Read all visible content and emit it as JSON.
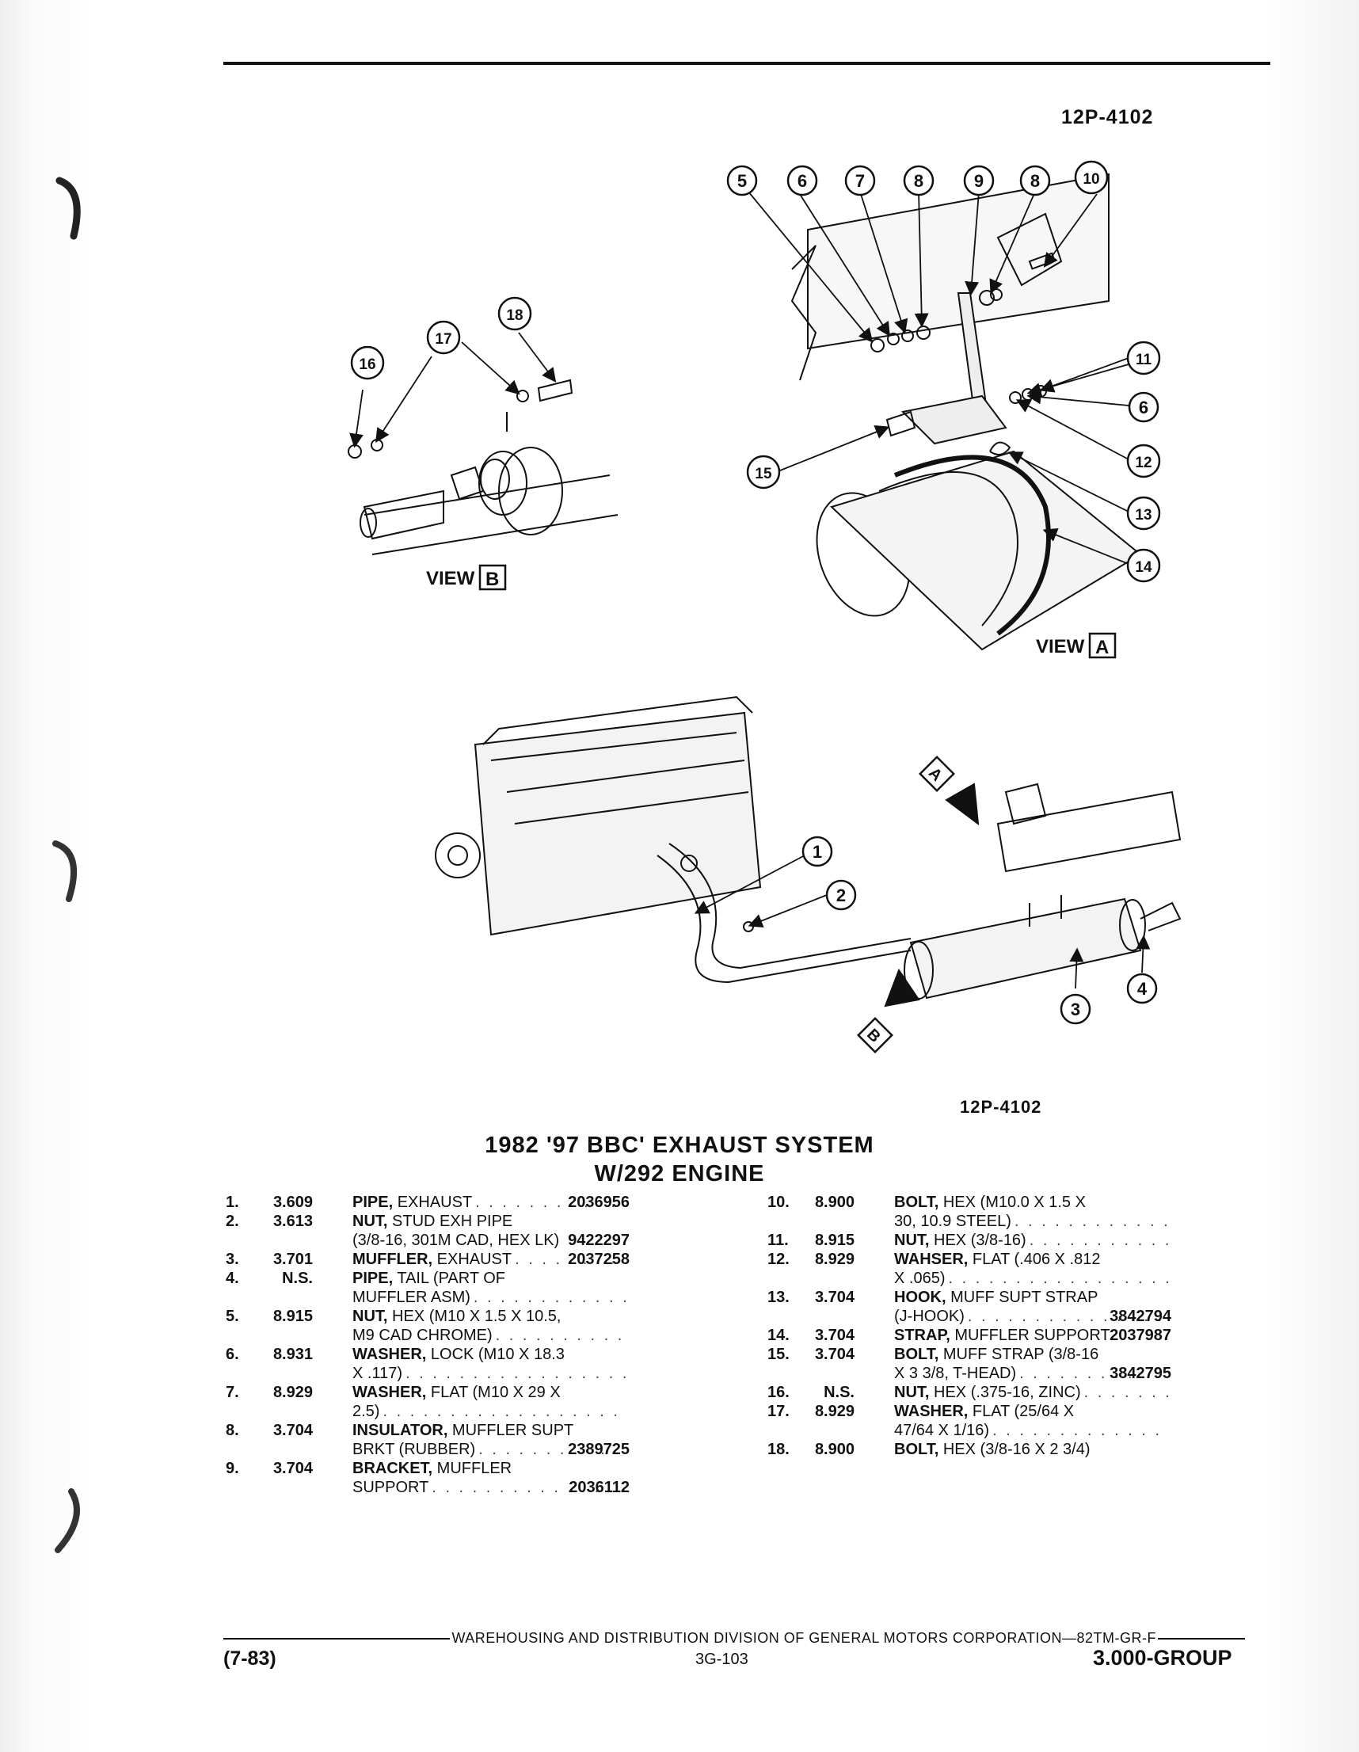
{
  "header": {
    "ref_top": "12P-4102"
  },
  "figure": {
    "ref_bottom": "12P-4102",
    "view_a_label": "VIEW",
    "view_a_letter": "A",
    "view_b_label": "VIEW",
    "view_b_letter": "B",
    "arrow_a_letter": "A",
    "arrow_b_letter": "B",
    "callouts": [
      "1",
      "2",
      "3",
      "4",
      "5",
      "6",
      "7",
      "8",
      "9",
      "8",
      "10",
      "11",
      "6",
      "12",
      "13",
      "14",
      "15",
      "16",
      "17",
      "18"
    ]
  },
  "title": {
    "line1": "1982 '97 BBC' EXHAUST SYSTEM",
    "line2": "W/292 ENGINE"
  },
  "parts_left": [
    {
      "num": "1.",
      "group": "3.609",
      "lines": [
        {
          "bold": "PIPE,",
          "text": " EXHAUST",
          "dots": true,
          "pn": "2036956"
        }
      ]
    },
    {
      "num": "2.",
      "group": "3.613",
      "lines": [
        {
          "bold": "NUT,",
          "text": " STUD EXH PIPE",
          "dots": false,
          "pn": ""
        },
        {
          "bold": "",
          "text": "(3/8-16, 301M CAD, HEX LK)",
          "dots": false,
          "pn": "9422297"
        }
      ]
    },
    {
      "num": "3.",
      "group": "3.701",
      "lines": [
        {
          "bold": "MUFFLER,",
          "text": " EXHAUST",
          "dots": true,
          "pn": "2037258"
        }
      ]
    },
    {
      "num": "4.",
      "group": "N.S.",
      "lines": [
        {
          "bold": "PIPE,",
          "text": " TAIL (PART OF",
          "dots": false,
          "pn": ""
        },
        {
          "bold": "",
          "text": "MUFFLER ASM)",
          "dots": true,
          "pn": ""
        }
      ]
    },
    {
      "num": "5.",
      "group": "8.915",
      "lines": [
        {
          "bold": "NUT,",
          "text": " HEX (M10 X 1.5 X 10.5,",
          "dots": false,
          "pn": ""
        },
        {
          "bold": "",
          "text": "M9 CAD CHROME)",
          "dots": true,
          "pn": ""
        }
      ]
    },
    {
      "num": "6.",
      "group": "8.931",
      "lines": [
        {
          "bold": "WASHER,",
          "text": " LOCK (M10 X 18.3",
          "dots": false,
          "pn": ""
        },
        {
          "bold": "",
          "text": "X .117)",
          "dots": true,
          "pn": ""
        }
      ]
    },
    {
      "num": "7.",
      "group": "8.929",
      "lines": [
        {
          "bold": "WASHER,",
          "text": " FLAT (M10 X 29 X",
          "dots": false,
          "pn": ""
        },
        {
          "bold": "",
          "text": "2.5)",
          "dots": true,
          "pn": ""
        }
      ]
    },
    {
      "num": "8.",
      "group": "3.704",
      "lines": [
        {
          "bold": "INSULATOR,",
          "text": " MUFFLER SUPT",
          "dots": false,
          "pn": ""
        },
        {
          "bold": "",
          "text": "BRKT (RUBBER)",
          "dots": true,
          "pn": "2389725"
        }
      ]
    },
    {
      "num": "9.",
      "group": "3.704",
      "lines": [
        {
          "bold": "BRACKET,",
          "text": " MUFFLER",
          "dots": false,
          "pn": ""
        },
        {
          "bold": "",
          "text": "SUPPORT",
          "dots": true,
          "pn": "2036112"
        }
      ]
    }
  ],
  "parts_right": [
    {
      "num": "10.",
      "group": "8.900",
      "lines": [
        {
          "bold": "BOLT,",
          "text": " HEX (M10.0 X 1.5 X",
          "dots": false,
          "pn": ""
        },
        {
          "bold": "",
          "text": "30, 10.9 STEEL)",
          "dots": true,
          "pn": ""
        }
      ]
    },
    {
      "num": "11.",
      "group": "8.915",
      "lines": [
        {
          "bold": "NUT,",
          "text": " HEX (3/8-16)",
          "dots": true,
          "pn": ""
        }
      ]
    },
    {
      "num": "12.",
      "group": "8.929",
      "lines": [
        {
          "bold": "WAHSER,",
          "text": " FLAT (.406 X .812",
          "dots": false,
          "pn": ""
        },
        {
          "bold": "",
          "text": "X .065)",
          "dots": true,
          "pn": ""
        }
      ]
    },
    {
      "num": "13.",
      "group": "3.704",
      "lines": [
        {
          "bold": "HOOK,",
          "text": " MUFF SUPT STRAP",
          "dots": false,
          "pn": ""
        },
        {
          "bold": "",
          "text": "(J-HOOK)",
          "dots": true,
          "pn": "3842794"
        }
      ]
    },
    {
      "num": "14.",
      "group": "3.704",
      "lines": [
        {
          "bold": "STRAP,",
          "text": " MUFFLER SUPPORT",
          "dots": false,
          "pn": "2037987"
        }
      ]
    },
    {
      "num": "15.",
      "group": "3.704",
      "lines": [
        {
          "bold": "BOLT,",
          "text": " MUFF STRAP (3/8-16",
          "dots": false,
          "pn": ""
        },
        {
          "bold": "",
          "text": "X 3 3/8, T-HEAD)",
          "dots": true,
          "pn": "3842795"
        }
      ]
    },
    {
      "num": "16.",
      "group": "N.S.",
      "lines": [
        {
          "bold": "NUT,",
          "text": " HEX (.375-16, ZINC)",
          "dots": true,
          "pn": ""
        }
      ]
    },
    {
      "num": "17.",
      "group": "8.929",
      "lines": [
        {
          "bold": "WASHER,",
          "text": " FLAT (25/64 X",
          "dots": false,
          "pn": ""
        },
        {
          "bold": "",
          "text": "47/64 X 1/16)",
          "dots": true,
          "pn": ""
        }
      ]
    },
    {
      "num": "18.",
      "group": "8.900",
      "lines": [
        {
          "bold": "BOLT,",
          "text": " HEX (3/8-16 X 2 3/4)",
          "dots": false,
          "pn": ""
        }
      ]
    }
  ],
  "footer": {
    "line": "WAREHOUSING AND DISTRIBUTION  DIVISION OF GENERAL MOTORS CORPORATION—82TM-GR-F",
    "date": "(7-83)",
    "page": "3G-103",
    "group": "3.000-GROUP"
  }
}
